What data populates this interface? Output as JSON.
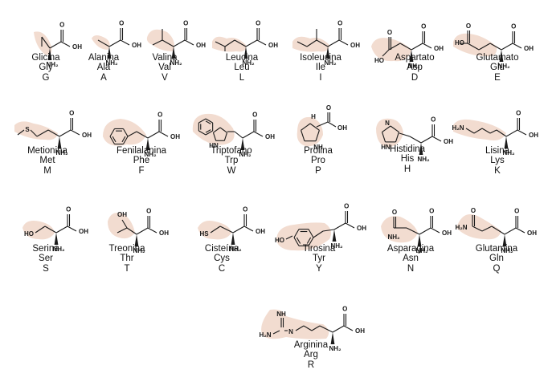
{
  "colors": {
    "highlight": "#f2dcd0",
    "bond": "#1a1a1a",
    "text": "#111111"
  },
  "amino_acids": [
    {
      "key": "gly",
      "name": "Glicina",
      "three": "Gly",
      "one": "G",
      "col": 0,
      "row": 0,
      "labels": [
        "OH",
        "NH₂"
      ]
    },
    {
      "key": "ala",
      "name": "Alanina",
      "three": "Ala",
      "one": "A",
      "col": 1,
      "row": 0,
      "labels": [
        "OH",
        "NH₂"
      ]
    },
    {
      "key": "val",
      "name": "Valina",
      "three": "Val",
      "one": "V",
      "col": 2,
      "row": 0,
      "labels": [
        "OH",
        "NH₂"
      ]
    },
    {
      "key": "leu",
      "name": "Leucina",
      "three": "Leu",
      "one": "L",
      "col": 3,
      "row": 0,
      "labels": [
        "OH",
        "NH₂"
      ]
    },
    {
      "key": "ile",
      "name": "Isoleucina",
      "three": "Ile",
      "one": "I",
      "col": 4,
      "row": 0,
      "labels": [
        "OH",
        "NH₂"
      ]
    },
    {
      "key": "asp",
      "name": "Aspartato",
      "three": "Asp",
      "one": "D",
      "col": 5,
      "row": 0,
      "labels": [
        "HO",
        "OH",
        "NH₂"
      ]
    },
    {
      "key": "glu",
      "name": "Glutamato",
      "three": "Glu",
      "one": "E",
      "col": 6,
      "row": 0,
      "labels": [
        "HO",
        "OH",
        "NH₂"
      ]
    },
    {
      "key": "met",
      "name": "Metionina",
      "three": "Met",
      "one": "M",
      "col": 0,
      "row": 1,
      "labels": [
        "S",
        "OH",
        "NH₂"
      ]
    },
    {
      "key": "phe",
      "name": "Fenilalanina",
      "three": "Phe",
      "one": "F",
      "col": 1,
      "row": 1,
      "labels": [
        "OH",
        "NH₂"
      ]
    },
    {
      "key": "trp",
      "name": "Triptofano",
      "three": "Trp",
      "one": "W",
      "col": 2,
      "row": 1,
      "labels": [
        "HN",
        "OH",
        "NH₂"
      ]
    },
    {
      "key": "pro",
      "name": "Prolina",
      "three": "Pro",
      "one": "P",
      "col": 3,
      "row": 1,
      "labels": [
        "H",
        "NH",
        "OH"
      ]
    },
    {
      "key": "his",
      "name": "Histidina",
      "three": "His",
      "one": "H",
      "col": 4,
      "row": 1,
      "labels": [
        "N",
        "HN",
        "OH",
        "NH₂"
      ]
    },
    {
      "key": "lys",
      "name": "Lisina",
      "three": "Lys",
      "one": "K",
      "col": 5,
      "row": 1,
      "labels": [
        "H₂N",
        "OH",
        "NH₂"
      ]
    },
    {
      "key": "ser",
      "name": "Serina",
      "three": "Ser",
      "one": "S",
      "col": 0,
      "row": 2,
      "labels": [
        "HO",
        "OH",
        "NH₂"
      ]
    },
    {
      "key": "thr",
      "name": "Treonina",
      "three": "Thr",
      "one": "T",
      "col": 1,
      "row": 2,
      "labels": [
        "OH",
        "OH",
        "NH₂"
      ]
    },
    {
      "key": "cys",
      "name": "Cisteína",
      "three": "Cys",
      "one": "C",
      "col": 2,
      "row": 2,
      "labels": [
        "HS",
        "OH",
        "NH₂"
      ]
    },
    {
      "key": "tyr",
      "name": "Tirosina",
      "three": "Tyr",
      "one": "Y",
      "col": 3,
      "row": 2,
      "labels": [
        "HO",
        "OH",
        "NH₂"
      ]
    },
    {
      "key": "asn",
      "name": "Asparagina",
      "three": "Asn",
      "one": "N",
      "col": 4,
      "row": 2,
      "labels": [
        "NH₂",
        "OH",
        "NH₂"
      ]
    },
    {
      "key": "gln",
      "name": "Glutamina",
      "three": "Gln",
      "one": "Q",
      "col": 5,
      "row": 2,
      "labels": [
        "H₂N",
        "OH",
        "NH₂"
      ]
    },
    {
      "key": "arg",
      "name": "Arginina",
      "three": "Arg",
      "one": "R",
      "col": 3,
      "row": 3,
      "labels": [
        "NH",
        "H₂N",
        "N",
        "OH",
        "NH₂"
      ]
    }
  ]
}
